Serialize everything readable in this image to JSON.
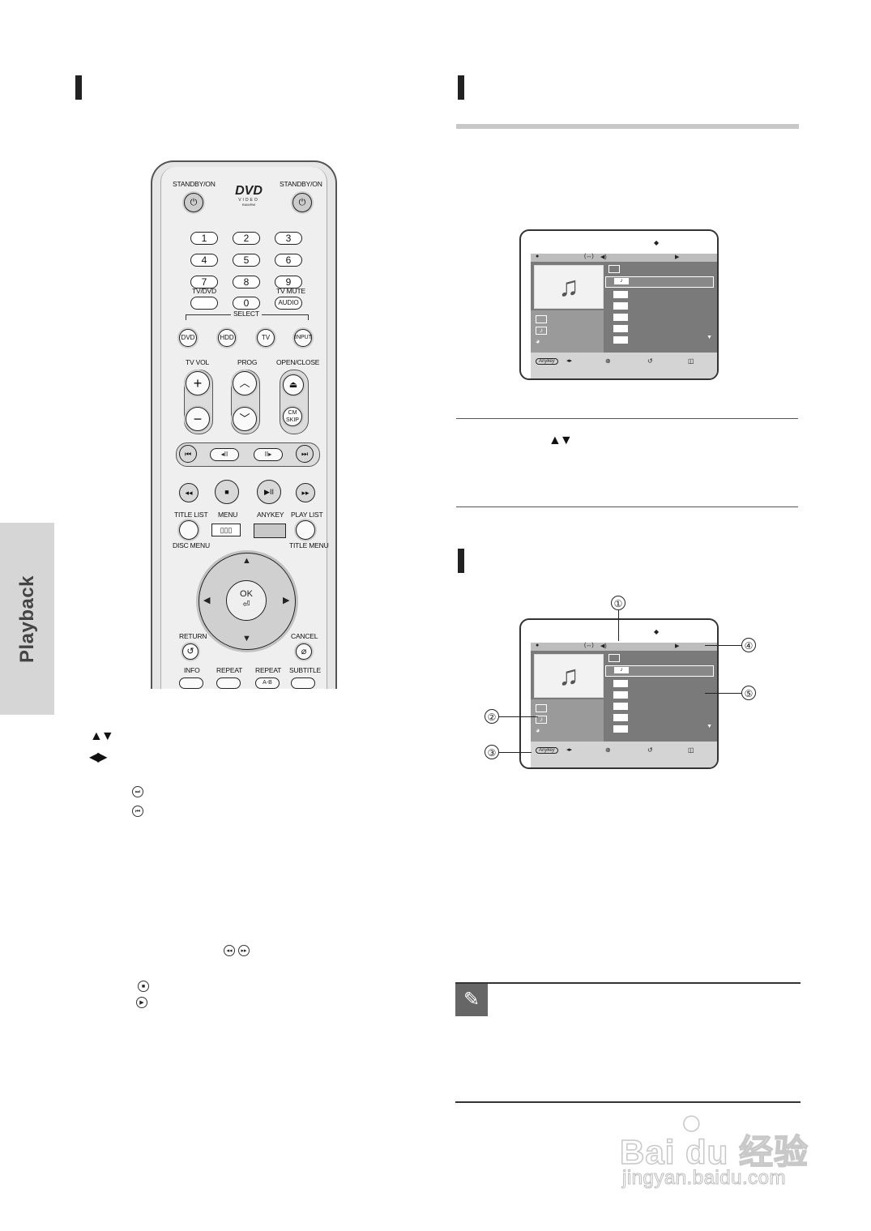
{
  "side_tab": {
    "label": "Playback"
  },
  "remote": {
    "standby_left": "STANDBY/ON",
    "standby_right": "STANDBY/ON",
    "dvd_logo": "DVD",
    "dvd_sub": "VIDEO",
    "dvd_sub2": "RAM/RW",
    "numbers": [
      "1",
      "2",
      "3",
      "4",
      "5",
      "6",
      "7",
      "8",
      "9",
      "0"
    ],
    "tvdvd": "TV/DVD",
    "tvmute": "TV MUTE",
    "audio": "AUDIO",
    "select": "SELECT",
    "src_dvd": "DVD",
    "src_hdd": "HDD",
    "src_tv": "TV",
    "src_input": "INPUT",
    "tvvol": "TV VOL",
    "prog": "PROG",
    "openclose": "OPEN/CLOSE",
    "plus": "+",
    "minus": "−",
    "cm_skip_1": "CM",
    "cm_skip_2": "SKIP",
    "title_list": "TITLE LIST",
    "menu": "MENU",
    "anykey": "ANYKEY",
    "play_list": "PLAY LIST",
    "disc_menu": "DISC MENU",
    "title_menu": "TITLE MENU",
    "ok": "OK",
    "return": "RETURN",
    "cancel": "CANCEL",
    "info": "INFO",
    "repeat": "REPEAT",
    "repeat_ab": "REPEAT",
    "ab": "A-B",
    "subtitle": "SUBTITLE"
  },
  "symbols": {
    "updown": "▲▼",
    "leftright": "◀▶"
  },
  "screen": {
    "anykey": "Anykey"
  },
  "callouts": [
    "①",
    "②",
    "③",
    "④",
    "⑤"
  ],
  "watermark": {
    "brand": "Bai du 经验",
    "url": "jingyan.baidu.com"
  }
}
